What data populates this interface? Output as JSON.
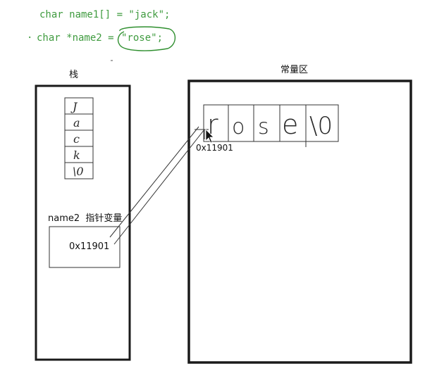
{
  "code": {
    "line1": "char name1[] = \"jack\";",
    "line2_prefix": "char *name2 =",
    "line2_highlight": "\"rose\";"
  },
  "stack": {
    "title": "栈",
    "cells": [
      "J",
      "a",
      "c",
      "k",
      "\\0"
    ],
    "pointer_label": "name2  指针变量",
    "pointer_value": "0x11901"
  },
  "constant_area": {
    "title": "常量区",
    "cells": [
      "r",
      "o",
      "s",
      "e",
      "\\0"
    ],
    "address": "0x11901"
  },
  "colors": {
    "code": "#3f9b3f",
    "stroke": "#1a1a1a",
    "handwriting": "#2a2a2a"
  }
}
